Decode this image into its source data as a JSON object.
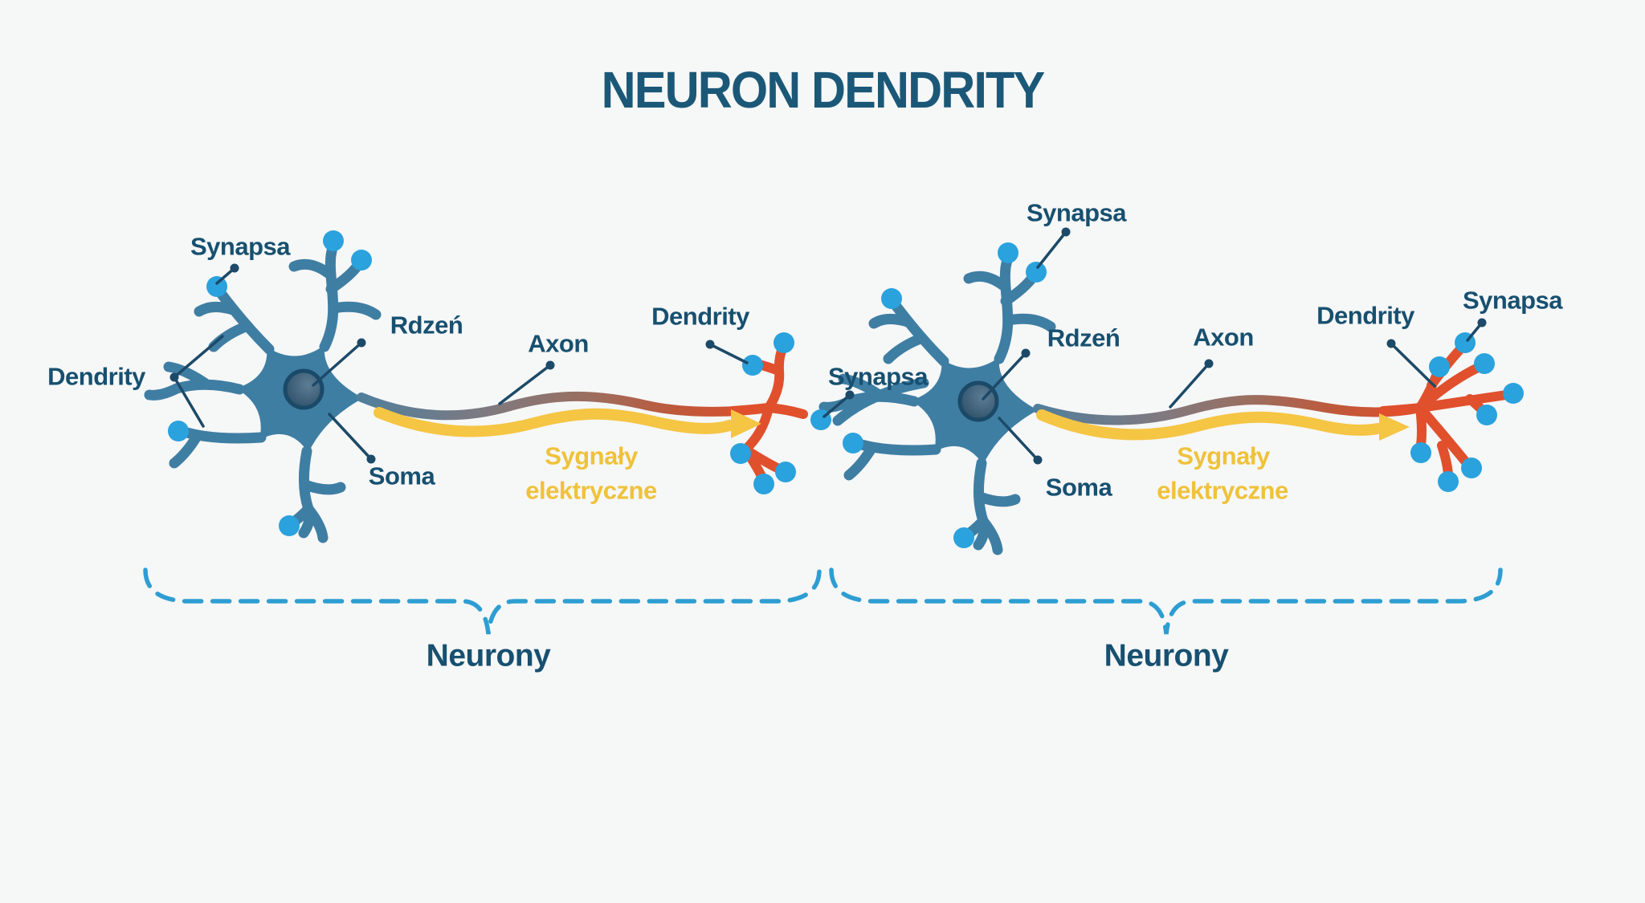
{
  "title": "NEURON DENDRITY",
  "neuron1": {
    "synapsa_top": "Synapsa",
    "dendrity": "Dendrity",
    "rdzen": "Rdzeń",
    "axon": "Axon",
    "soma": "Soma",
    "signal_line1": "Sygnały",
    "signal_line2": "elektryczne",
    "terminal_dendrity": "Dendrity",
    "synapse_junction": "Synapsa",
    "group_label": "Neurony"
  },
  "neuron2": {
    "synapsa_top": "Synapsa",
    "rdzen": "Rdzeń",
    "axon": "Axon",
    "soma": "Soma",
    "signal_line1": "Sygnały",
    "signal_line2": "elektryczne",
    "dendrity": "Dendrity",
    "synapsa_terminal": "Synapsa",
    "group_label": "Neurony"
  },
  "colors": {
    "background": "#f6f7f7",
    "title_text": "#1b5878",
    "label_text": "#175070",
    "leader_line": "#1c4a68",
    "neuron_body": "#3f7ea3",
    "nucleus_ring": "#1a4a68",
    "synapse_dot_blue": "#2aa2dd",
    "axon_terminal_orange": "#e0502c",
    "signal_arrow_yellow": "#f5c544",
    "signal_text_yellow": "#efc23a",
    "brace_blue": "#2e9ed2"
  }
}
